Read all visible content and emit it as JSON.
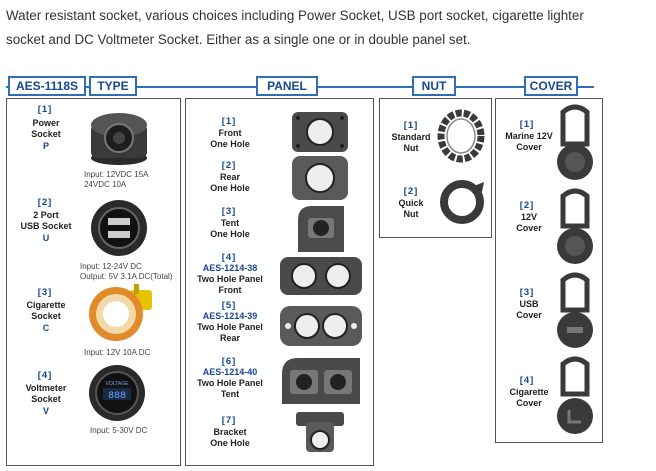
{
  "intro": {
    "line1": "Water resistant socket, various choices including Power Socket, USB port socket, cigarette lighter",
    "line2": "socket and DC Voltmeter Socket. Either as a single one or in double panel set."
  },
  "headers": {
    "model": "AES-1118S",
    "type": "TYPE",
    "panel": "PANEL",
    "nut": "NUT",
    "cover": "COVER"
  },
  "types": [
    {
      "num": "[1]",
      "name": "Power\nSocket",
      "code": "P",
      "spec": "Input: 12VDC 15A\n24VDC 10A"
    },
    {
      "num": "[2]",
      "name": "2 Port\nUSB Socket",
      "code": "U",
      "spec": "Input: 12-24V DC\nOutput: 5V 3.1A DC(Total)"
    },
    {
      "num": "[3]",
      "name": "Cigarette\nSocket",
      "code": "C",
      "spec": "Input: 12V 10A DC"
    },
    {
      "num": "[4]",
      "name": "Voltmeter\nSocket",
      "code": "V",
      "spec": "Input: 5-30V DC"
    }
  ],
  "panels": [
    {
      "num": "[1]",
      "code": "",
      "name": "Front\nOne Hole"
    },
    {
      "num": "[2]",
      "code": "",
      "name": "Rear\nOne Hole"
    },
    {
      "num": "[3]",
      "code": "",
      "name": "Tent\nOne Hole"
    },
    {
      "num": "[4]",
      "code": "AES-1214-38",
      "name": "Two Hole Panel\nFront"
    },
    {
      "num": "[5]",
      "code": "AES-1214-39",
      "name": "Two Hole Panel\nRear"
    },
    {
      "num": "[6]",
      "code": "AES-1214-40",
      "name": "Two Hole Panel\nTent"
    },
    {
      "num": "[7]",
      "code": "",
      "name": "Bracket\nOne Hole"
    }
  ],
  "nuts": [
    {
      "num": "[1]",
      "name": "Standard\nNut"
    },
    {
      "num": "[2]",
      "name": "Quick\nNut"
    }
  ],
  "covers": [
    {
      "num": "[1]",
      "name": "Marine 12V\nCover"
    },
    {
      "num": "[2]",
      "name": "12V\nCover"
    },
    {
      "num": "[3]",
      "name": "USB\nCover"
    },
    {
      "num": "[4]",
      "name": "Cigarette\nCover"
    }
  ],
  "voltmeter_display": "VOLTAGE",
  "colors": {
    "accent": "#2e6fb6",
    "label_blue": "#15488f",
    "cigarette_ring": "#e08a2a"
  }
}
